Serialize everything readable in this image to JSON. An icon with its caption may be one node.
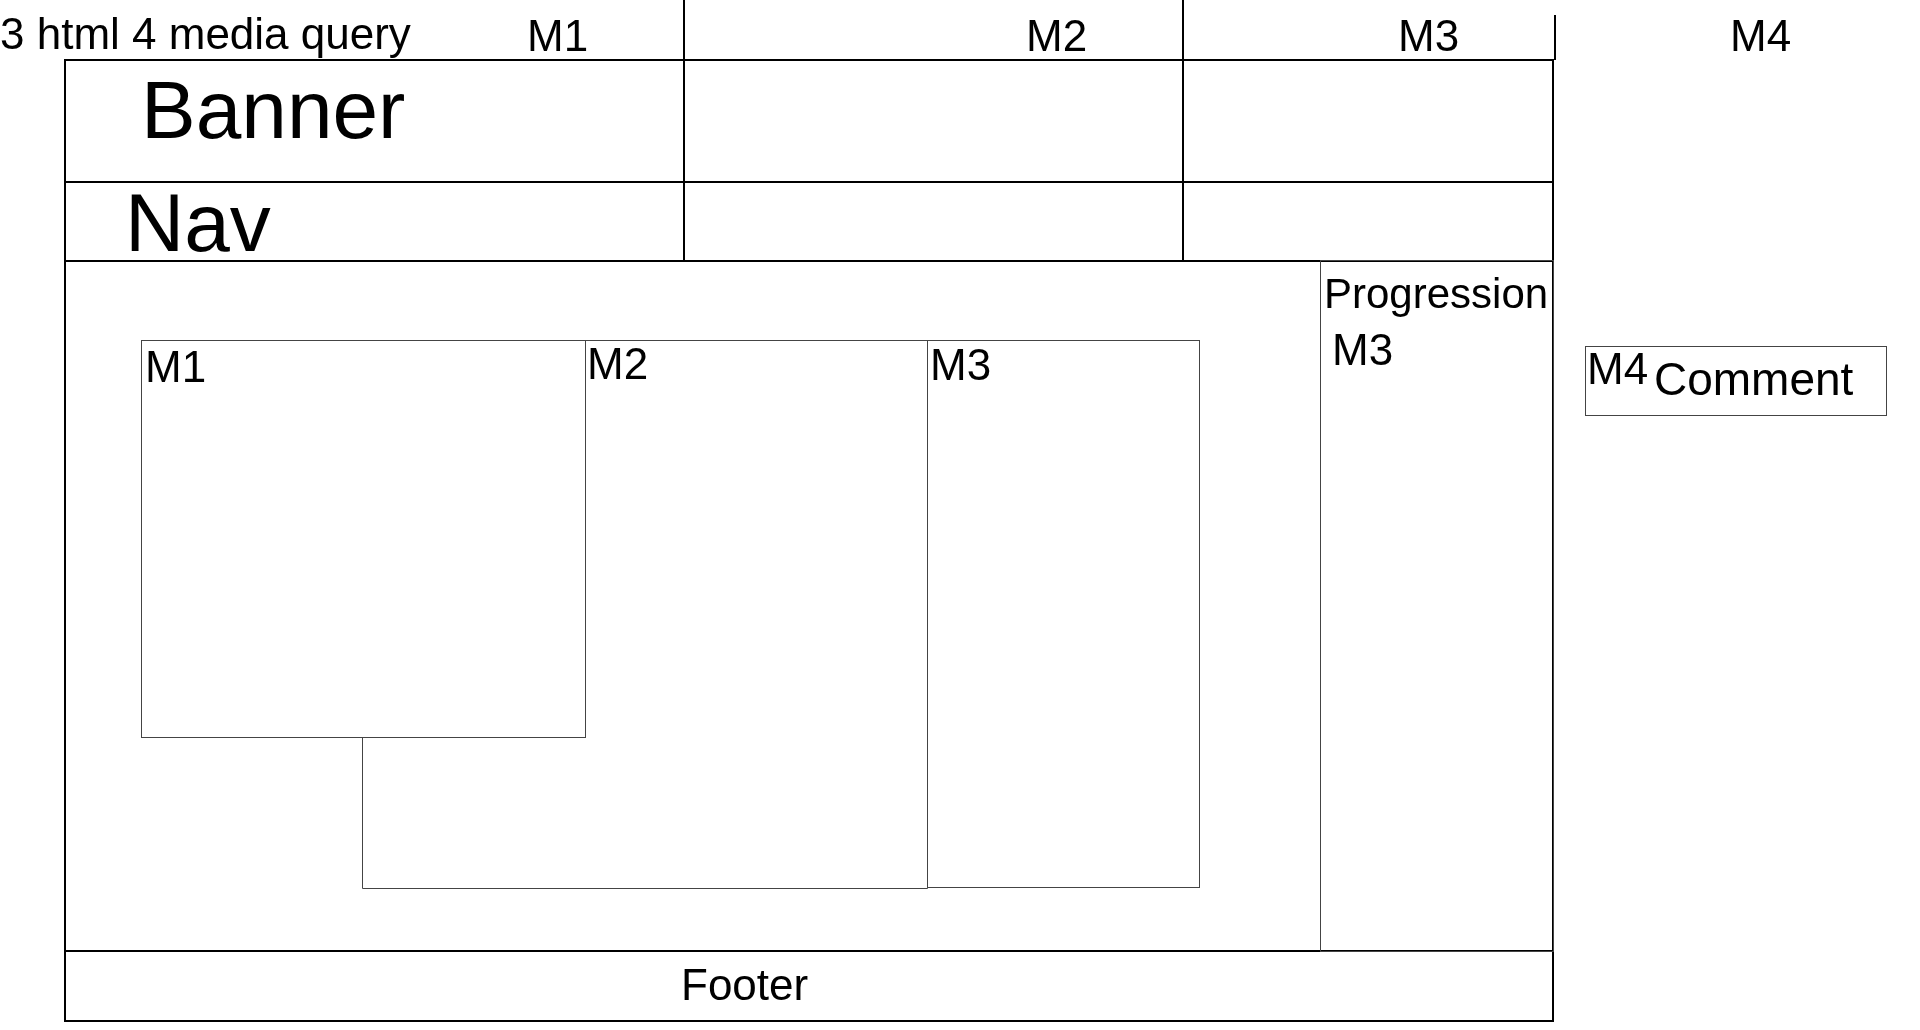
{
  "diagram": {
    "title": "3 html 4 media query",
    "nodes": [
      {
        "text": [
          "Banner"
        ]
      },
      {
        "text": [
          "Nav"
        ]
      },
      {
        "text": [],
        "shape": "box"
      },
      {
        "text": [
          "M1"
        ],
        "in": 2
      },
      {
        "text": [
          "M2"
        ],
        "in": 2
      },
      {
        "text": [
          "M3"
        ],
        "in": 2
      },
      {
        "text": [
          "Progression",
          "M3"
        ],
        "in": 2
      },
      {
        "text": [
          "M4",
          "Comment"
        ]
      },
      {
        "text": [
          "Footer"
        ]
      }
    ],
    "labels": [
      "M1",
      "M2",
      "M3",
      "M4"
    ]
  }
}
